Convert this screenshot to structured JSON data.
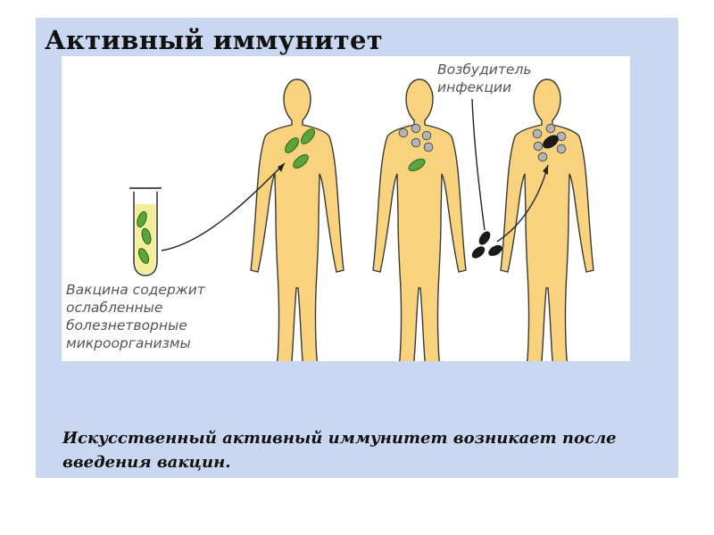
{
  "slide": {
    "title": "Активный иммунитет",
    "caption": "Искусственный активный иммунитет возникает после введения вакцин."
  },
  "figure": {
    "vaccine_label": [
      "Вакцина содержит",
      "ослабленные",
      "болезнетворные",
      "микроорганизмы"
    ],
    "pathogen_label": [
      "Возбудитель",
      "инфекции"
    ]
  },
  "colors": {
    "panel": "#c9d7f0",
    "body_fill": "#f8d27c",
    "body_outline": "#3a3a3a",
    "vaccine_microbe": "#5aa63c",
    "antibody": "#b4b4b4",
    "pathogen": "#1a1a1a",
    "arrow": "#222222"
  }
}
